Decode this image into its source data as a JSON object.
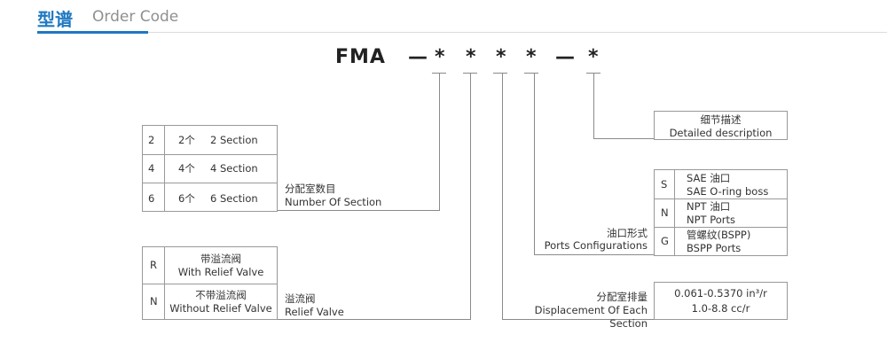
{
  "header": {
    "title_cn": "型谱",
    "title_en": "Order Code"
  },
  "code": {
    "prefix": "FMA",
    "dash": "—",
    "star": "*"
  },
  "sections": {
    "label_cn": "分配室数目",
    "label_en": "Number Of Section",
    "rows": [
      {
        "code": "2",
        "cn": "2个",
        "en": "2 Section"
      },
      {
        "code": "4",
        "cn": "4个",
        "en": "4 Section"
      },
      {
        "code": "6",
        "cn": "6个",
        "en": "6 Section"
      }
    ]
  },
  "relief": {
    "label_cn": "溢流阀",
    "label_en": "Relief  Valve",
    "rows": [
      {
        "code": "R",
        "cn": "带溢流阀",
        "en": "With Relief  Valve"
      },
      {
        "code": "N",
        "cn": "不带溢流阀",
        "en": "Without Relief Valve"
      }
    ]
  },
  "detail": {
    "cn": "细节描述",
    "en": "Detailed   description"
  },
  "ports": {
    "label_cn": "油口形式",
    "label_en": "Ports Configurations",
    "rows": [
      {
        "code": "S",
        "line1": "SAE 油口",
        "line2": "SAE  O-ring boss"
      },
      {
        "code": "N",
        "line1": "NPT 油口",
        "line2": "NPT  Ports"
      },
      {
        "code": "G",
        "line1": "管螺纹(BSPP)",
        "line2": "BSPP  Ports"
      }
    ]
  },
  "displacement": {
    "label_cn": "分配室排量",
    "label_en": "Displacement Of Each Section",
    "line1": "0.061-0.5370 in³/r",
    "line2": "1.0-8.8 cc/r"
  }
}
